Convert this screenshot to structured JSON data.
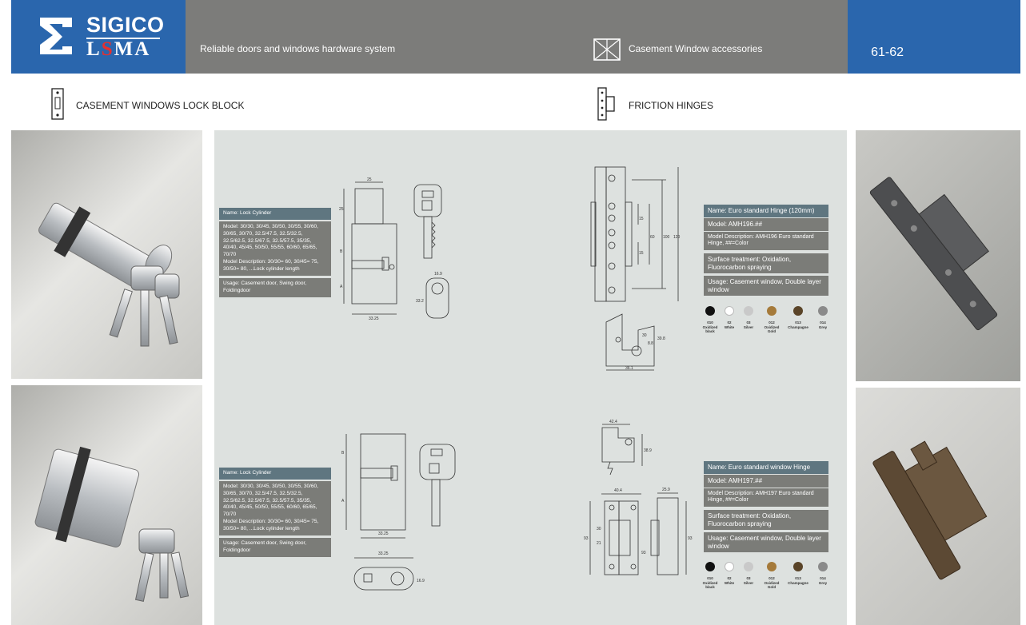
{
  "header": {
    "brand_top": "SIGICO",
    "brand_bottom_pre": "L",
    "brand_bottom_red": "S",
    "brand_bottom_post": "MA",
    "tagline": "Reliable doors and windows hardware system",
    "category": "Casement Window accessories",
    "page_numbers": "61-62"
  },
  "sections": {
    "left_title": "CASEMENT WINDOWS LOCK BLOCK",
    "right_title": "FRICTION HINGES"
  },
  "lock1": {
    "name": "Name: Lock Cylinder",
    "model": "Model: 30/30, 30/45, 30/50, 30/55, 30/60, 30/65, 30/70, 32.5/47.5, 32.5/32.5, 32.5/62.5, 32.5/67.5, 32.5/57.5, 35/35, 40/40, 45/45, 50/50, 55/55, 60/60, 65/65, 70/70",
    "description": "Model Description: 30/30= 60, 30/45= 75, 30/50= 80, ...Lock cylinder length",
    "usage": "Usage: Casement door, Swing door, Foldingdoor"
  },
  "lock2": {
    "name": "Name: Lock Cylinder",
    "model": "Model: 30/30, 30/45, 30/50, 30/55, 30/60, 30/65, 30/70, 32.5/47.5, 32.5/32.5, 32.5/62.5, 32.5/67.5, 32.5/57.5, 35/35, 40/40, 45/45, 50/50, 55/55, 60/60, 65/65, 70/70",
    "description": "Model Description: 30/30= 60, 30/45= 75, 30/50= 80, ...Lock cylinder length",
    "usage": "Usage: Casement door, Swing door, Foldingdoor"
  },
  "hinge1": {
    "name": "Name: Euro standard Hinge (120mm)",
    "model": "Model: AMH196.##",
    "description": "Model Description: AMH196 Euro standard Hinge, ##=Color",
    "surface": "Surface treatment: Oxidation, Fluorocarbon spraying",
    "usage": "Usage: Casement window, Double layer window"
  },
  "hinge2": {
    "name": "Name: Euro standard window Hinge",
    "model": "Model: AMH197.##",
    "description": "Model Description: AMH197 Euro standard Hinge, ##=Color",
    "surface": "Surface treatment: Oxidation, Fluorocarbon spraying",
    "usage": "Usage: Casement window, Double layer window"
  },
  "colors": [
    {
      "code": "010",
      "name": "Oxidized black",
      "hex": "#111111"
    },
    {
      "code": "02",
      "name": "White",
      "hex": "#ffffff"
    },
    {
      "code": "03",
      "name": "Silver",
      "hex": "#c9c9c9"
    },
    {
      "code": "012",
      "name": "Oxidized Gold",
      "hex": "#a57a3a"
    },
    {
      "code": "013",
      "name": "Champagne",
      "hex": "#5a4428"
    },
    {
      "code": "014",
      "name": "Grey",
      "hex": "#8a8a8a"
    }
  ],
  "dims": {
    "cyl1_top": "25",
    "cyl1_side_top": "25",
    "cyl1_b": "B",
    "cyl1_a": "A",
    "cyl1_bottom": "33.25",
    "cyl1_face_w": "16.9",
    "cyl1_face_h": "33.2",
    "cyl2_b": "B",
    "cyl2_a": "A",
    "cyl2_bottom": "33.25",
    "cyl2_face_w": "33.25",
    "cyl2_face_h": "16.9",
    "h1_15a": "15",
    "h1_60": "60",
    "h1_100": "100",
    "h1_120": "120",
    "h1_15b": "15",
    "h1_30": "30",
    "h1_36": "36.1",
    "h1_398": "39.8",
    "h1_88": "8.8",
    "h2_424": "42.4",
    "h2_389": "38.9",
    "h2_404": "40.4",
    "h2_259": "25.9",
    "h2_93a": "93",
    "h2_93b": "93",
    "h2_21": "21",
    "h2_30": "30",
    "h2_93c": "93"
  }
}
